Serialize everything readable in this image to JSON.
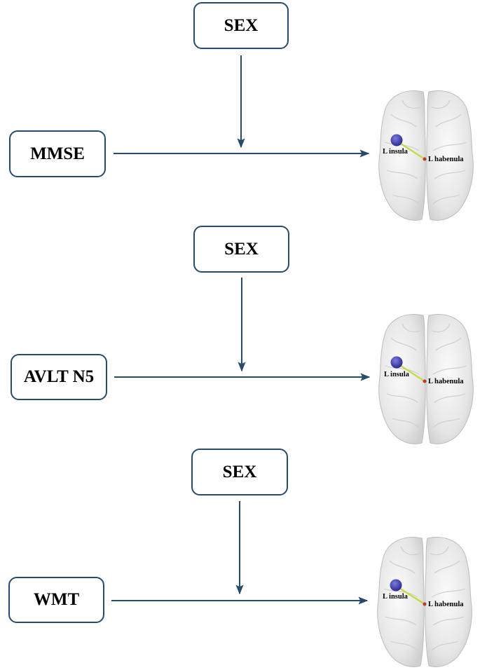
{
  "panels": [
    {
      "moderator_label": "SEX",
      "predictor_label": "MMSE",
      "brain": {
        "region_a_label": "L insula",
        "region_b_label": "L habenula"
      }
    },
    {
      "moderator_label": "SEX",
      "predictor_label": "AVLT N5",
      "brain": {
        "region_a_label": "L insula",
        "region_b_label": "L habenula"
      }
    },
    {
      "moderator_label": "SEX",
      "predictor_label": "WMT",
      "brain": {
        "region_a_label": "L insula",
        "region_b_label": "L habenula"
      }
    }
  ],
  "colors": {
    "box_border": "#2b4a6b",
    "arrow": "#2b4a6b",
    "insula_node": "#3a3aa8",
    "habenula_node": "#c0392b",
    "connection_edge": "#c8d94a",
    "brain_fill": "#ebebeb"
  }
}
